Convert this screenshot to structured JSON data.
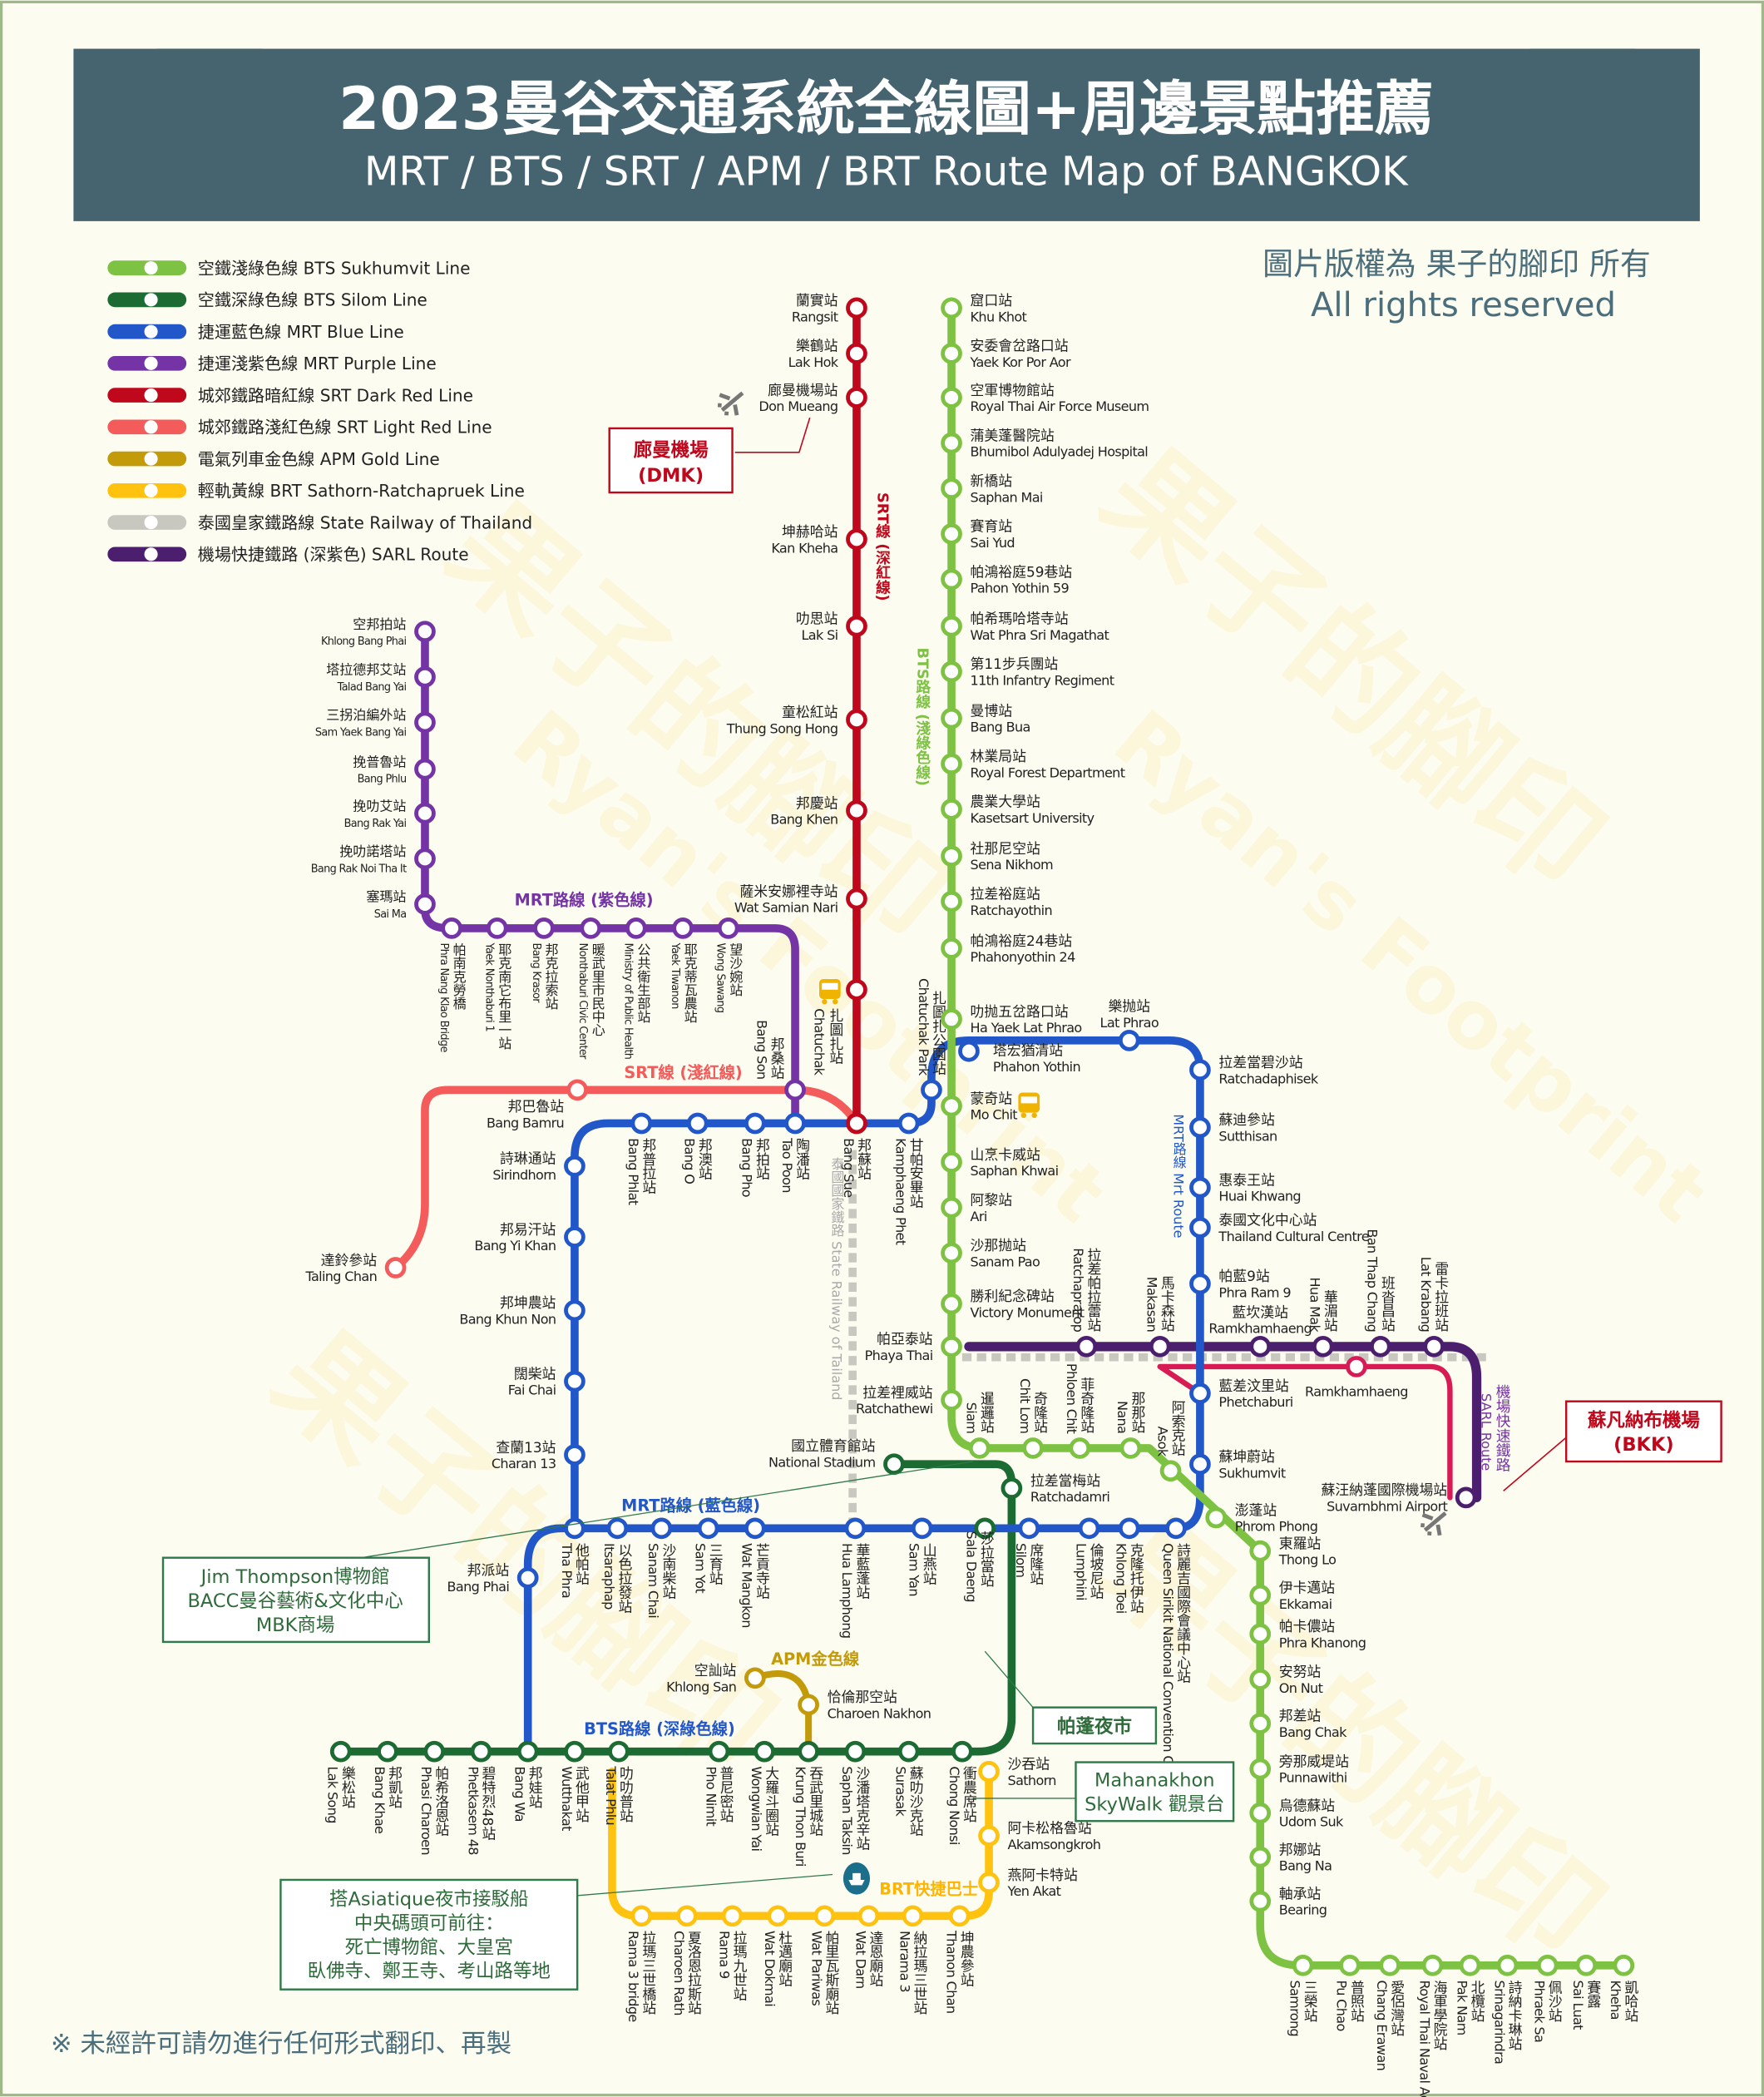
{
  "header": {
    "title": "2023曼谷交通系統全線圖+周邊景點推薦",
    "subtitle": "MRT / BTS / SRT / APM / BRT  Route Map of BANGKOK"
  },
  "copyright": {
    "zh": "圖片版權為 果子的腳印 所有",
    "en": "All rights reserved"
  },
  "footer": "※ 未經許可請勿進行任何形式翻印、再製",
  "watermark": [
    "果子的腳印",
    "Ryan's Footprint"
  ],
  "legend": [
    {
      "label": "空鐵淺綠色線 BTS Sukhumvit Line",
      "color": "#7dc242"
    },
    {
      "label": "空鐵深綠色線 BTS Silom Line",
      "color": "#1b6b32"
    },
    {
      "label": "捷運藍色線 MRT Blue Line",
      "color": "#2257c9"
    },
    {
      "label": "捷運淺紫色線 MRT Purple Line",
      "color": "#7434a6"
    },
    {
      "label": "城郊鐵路暗紅線 SRT Dark Red Line",
      "color": "#c0081c"
    },
    {
      "label": "城郊鐵路淺紅色線 SRT Light Red Line",
      "color": "#f45b5b"
    },
    {
      "label": "電氣列車金色線 APM Gold Line",
      "color": "#c29a0a"
    },
    {
      "label": "輕軌黃線 BRT Sathorn-Ratchapruek Line",
      "color": "#ffc20e"
    },
    {
      "label": "泰國皇家鐵路線 State Railway of Thailand",
      "color": "#c8c8c0"
    },
    {
      "label": "機場快捷鐵路 (深紫色) SARL Route",
      "color": "#4b1f6e"
    }
  ],
  "line_labels": {
    "srt_dark_red": "SRT線 (深紅線)",
    "bts_sukhumvit": "BTS路線 (淺綠色線)",
    "mrt_purple": "MRT路線 (紫色線)",
    "srt_light_red": "SRT線 (淺紅線)",
    "mrt_blue_v": "MRT路線  Mrt Route",
    "mrt_blue": "MRT路線 (藍色線)",
    "bts_silom": "BTS路線 (深綠色線)",
    "apm": "APM金色線",
    "brt": "BRT快捷巴士",
    "arl": "機場快速鐵路",
    "arl_en": "SARL Route",
    "state_railway": "泰國國家鐵路  State Railway of Tailand"
  },
  "callouts": {
    "dmk": [
      "廊曼機場",
      "(DMK)"
    ],
    "bkk": [
      "蘇凡納布機場",
      "(BKK)"
    ],
    "siam": [
      "Jim Thompson博物館",
      "BACC曼谷藝術&文化中心",
      "MBK商場"
    ],
    "patpong": [
      "帕蓬夜市"
    ],
    "mahanakhon": [
      "Mahanakhon",
      "SkyWalk 觀景台"
    ],
    "asiatique": [
      "搭Asiatique夜市接駁船",
      "中央碼頭可前往：",
      "死亡博物館、大皇宮",
      "臥佛寺、鄭王寺、考山路等地"
    ]
  },
  "lines": [
    {
      "id": "srt_dark_red",
      "color": "#c0081c",
      "stations": [
        {
          "zh": "蘭實站",
          "en": "Rangsit"
        },
        {
          "zh": "樂鶴站",
          "en": "Lak Hok"
        },
        {
          "zh": "廊曼機場站",
          "en": "Don Mueang"
        },
        {
          "zh": "坤赫哈站",
          "en": "Kan Kheha"
        },
        {
          "zh": "叻思站",
          "en": "Lak Si"
        },
        {
          "zh": "童松紅站",
          "en": "Thung Song Hong"
        },
        {
          "zh": "邦慶站",
          "en": "Bang Khen"
        },
        {
          "zh": "薩米安娜裡寺站",
          "en": "Wat Samian Nari"
        },
        {
          "zh": "扎圖扎站",
          "en": "Chatuchak"
        },
        {
          "zh": "邦蘇站",
          "en": "Bang Sue"
        }
      ]
    },
    {
      "id": "bts_sukhumvit",
      "color": "#7dc242",
      "stations": [
        {
          "zh": "窟口站",
          "en": "Khu Khot"
        },
        {
          "zh": "安委會岔路口站",
          "en": "Yaek Kor Por Aor"
        },
        {
          "zh": "空軍博物館站",
          "en": "Royal Thai Air Force Museum"
        },
        {
          "zh": "蒲美蓬醫院站",
          "en": "Bhumibol Adulyadej Hospital"
        },
        {
          "zh": "新橋站",
          "en": "Saphan Mai"
        },
        {
          "zh": "賽育站",
          "en": "Sai Yud"
        },
        {
          "zh": "帕鴻裕庭59巷站",
          "en": "Pahon Yothin 59"
        },
        {
          "zh": "帕希瑪哈塔寺站",
          "en": "Wat Phra Sri Magathat"
        },
        {
          "zh": "第11步兵團站",
          "en": "11th Infantry Regiment"
        },
        {
          "zh": "曼博站",
          "en": "Bang Bua"
        },
        {
          "zh": "林業局站",
          "en": "Royal Forest Department"
        },
        {
          "zh": "農業大學站",
          "en": "Kasetsart University"
        },
        {
          "zh": "社那尼空站",
          "en": "Sena Nikhom"
        },
        {
          "zh": "拉差裕庭站",
          "en": "Ratchayothin"
        },
        {
          "zh": "帕鴻裕庭24巷站",
          "en": "Phahonyothin 24"
        },
        {
          "zh": "叻抛五岔路口站",
          "en": "Ha Yaek Lat Phrao"
        },
        {
          "zh": "蒙奇站",
          "en": "Mo Chit"
        },
        {
          "zh": "山烹卡威站",
          "en": "Saphan Khwai"
        },
        {
          "zh": "阿黎站",
          "en": "Ari"
        },
        {
          "zh": "沙那抛站",
          "en": "Sanam Pao"
        },
        {
          "zh": "勝利紀念碑站",
          "en": "Victory Monument"
        },
        {
          "zh": "帕亞泰站",
          "en": "Phaya Thai"
        },
        {
          "zh": "拉差裡威站",
          "en": "Ratchathewi"
        },
        {
          "zh": "暹邏站",
          "en": "Siam"
        },
        {
          "zh": "奇隆站",
          "en": "Chit Lom"
        },
        {
          "zh": "菲奇隆站",
          "en": "Phloen Chit"
        },
        {
          "zh": "那那站",
          "en": "Nana"
        },
        {
          "zh": "阿索克站",
          "en": "Asok"
        },
        {
          "zh": "澎蓬站",
          "en": "Phrom Phong"
        },
        {
          "zh": "東羅站",
          "en": "Thong Lo"
        },
        {
          "zh": "伊卡邁站",
          "en": "Ekkamai"
        },
        {
          "zh": "帕卡儂站",
          "en": "Phra Khanong"
        },
        {
          "zh": "安努站",
          "en": "On Nut"
        },
        {
          "zh": "邦差站",
          "en": "Bang Chak"
        },
        {
          "zh": "旁那威堤站",
          "en": "Punnawithi"
        },
        {
          "zh": "烏德蘇站",
          "en": "Udom Suk"
        },
        {
          "zh": "邦娜站",
          "en": "Bang Na"
        },
        {
          "zh": "軸承站",
          "en": "Bearing"
        },
        {
          "zh": "三榮站",
          "en": "Samrong"
        },
        {
          "zh": "普照站",
          "en": "Pu Chao"
        },
        {
          "zh": "愛侶灣站",
          "en": "Chang Erawan"
        },
        {
          "zh": "海軍學院站",
          "en": "Royal Thai Naval Academy"
        },
        {
          "zh": "北欖站",
          "en": "Pak Nam"
        },
        {
          "zh": "詩納卡琳站",
          "en": "Srinagarindra"
        },
        {
          "zh": "佩沙站",
          "en": "Phraek Sa"
        },
        {
          "zh": "賽露",
          "en": "Sai Luat"
        },
        {
          "zh": "凱哈站",
          "en": "Kheha"
        }
      ]
    },
    {
      "id": "bts_silom",
      "color": "#1b6b32",
      "stations": [
        {
          "zh": "國立體育館站",
          "en": "National Stadium"
        },
        {
          "zh": "拉差當梅站",
          "en": "Ratchadamri"
        },
        {
          "zh": "莎拉當站",
          "en": "Sala Daeng"
        },
        {
          "zh": "衝農席站",
          "en": "Chong Nonsi"
        },
        {
          "zh": "蘇叻沙克站",
          "en": "Surasak"
        },
        {
          "zh": "沙潘塔克辛站",
          "en": "Saphan Taksin"
        },
        {
          "zh": "吞武里城站",
          "en": "Krung Thon Buri"
        },
        {
          "zh": "大羅斗圈站",
          "en": "Wongwian Yai"
        },
        {
          "zh": "普尼密站",
          "en": "Pho Nimit"
        },
        {
          "zh": "叻叻普站",
          "en": "Talat Phlu"
        },
        {
          "zh": "武他甲站",
          "en": "Wutthakat"
        },
        {
          "zh": "邦娃站",
          "en": "Bang Wa"
        },
        {
          "zh": "碧特烈48站",
          "en": "Phetkasem 48"
        },
        {
          "zh": "帕希洛恩站",
          "en": "Phasi Charoen"
        },
        {
          "zh": "邦凱站",
          "en": "Bang Khae"
        },
        {
          "zh": "樂松站",
          "en": "Lak Song"
        }
      ]
    },
    {
      "id": "mrt_blue",
      "color": "#2257c9",
      "stations": [
        {
          "zh": "他帕站",
          "en": "Tha Phra"
        },
        {
          "zh": "查蘭13站",
          "en": "Charan 13"
        },
        {
          "zh": "闊柴站",
          "en": "Fai Chai"
        },
        {
          "zh": "邦坤農站",
          "en": "Bang Khun Non"
        },
        {
          "zh": "邦易汗站",
          "en": "Bang Yi Khan"
        },
        {
          "zh": "詩琳通站",
          "en": "Sirindhorn"
        },
        {
          "zh": "邦普拉站",
          "en": "Bang Phlat"
        },
        {
          "zh": "邦澳站",
          "en": "Bang O"
        },
        {
          "zh": "邦拍站",
          "en": "Bang Pho"
        },
        {
          "zh": "陶潘站",
          "en": "Tao Poon"
        },
        {
          "zh": "甘帕安畢站",
          "en": "Kamphaeng Phet"
        },
        {
          "zh": "扎圖扎公園站",
          "en": "Chatuchak Park"
        },
        {
          "zh": "塔宏猶清站",
          "en": "Phahon Yothin"
        },
        {
          "zh": "樂抛站",
          "en": "Lat Phrao"
        },
        {
          "zh": "拉差當碧沙站",
          "en": "Ratchadaphisek"
        },
        {
          "zh": "蘇迪參站",
          "en": "Sutthisan"
        },
        {
          "zh": "惠泰王站",
          "en": "Huai Khwang"
        },
        {
          "zh": "泰國文化中心站",
          "en": "Thailand Cultural Centre"
        },
        {
          "zh": "帕藍9站",
          "en": "Phra Ram 9"
        },
        {
          "zh": "藍差汶里站",
          "en": "Phetchaburi"
        },
        {
          "zh": "蘇坤蔚站",
          "en": "Sukhumvit"
        },
        {
          "zh": "詩麗吉國際會議中心站",
          "en": "Queen Sirikit National Convention Centre"
        },
        {
          "zh": "克隆托伊站",
          "en": "Khlong Toei"
        },
        {
          "zh": "倫坡尼站",
          "en": "Lumphini"
        },
        {
          "zh": "席隆站",
          "en": "Silom"
        },
        {
          "zh": "山燕站",
          "en": "Sam Yan"
        },
        {
          "zh": "華藍蓬站",
          "en": "Hua Lamphong"
        },
        {
          "zh": "芒貢寺站",
          "en": "Wat Mangkon"
        },
        {
          "zh": "三育站",
          "en": "Sam Yot"
        },
        {
          "zh": "沙南柴站",
          "en": "Sanam Chai"
        },
        {
          "zh": "以色拉發站",
          "en": "Itsaraphap"
        },
        {
          "zh": "邦派站",
          "en": "Bang Phai"
        }
      ]
    },
    {
      "id": "mrt_purple",
      "color": "#7434a6",
      "stations": [
        {
          "zh": "空邦拍站",
          "en": "Khlong Bang Phai"
        },
        {
          "zh": "塔拉德邦艾站",
          "en": "Talad Bang Yai"
        },
        {
          "zh": "三拐泊編外站",
          "en": "Sam Yaek Bang Yai"
        },
        {
          "zh": "挽普魯站",
          "en": "Bang Phlu"
        },
        {
          "zh": "挽叻艾站",
          "en": "Bang Rak Yai"
        },
        {
          "zh": "挽叻諾塔站",
          "en": "Bang Rak Noi Tha It"
        },
        {
          "zh": "塞瑪站",
          "en": "Sai Ma"
        },
        {
          "zh": "帕南克勞橋",
          "en": "Phra Nang Klao Bridge"
        },
        {
          "zh": "耶克南它布里一站",
          "en": "Yaek Nonthaburi 1"
        },
        {
          "zh": "邦克拉索站",
          "en": "Bang Krasor"
        },
        {
          "zh": "暖武里市民中心",
          "en": "Nonthaburi Civic Center"
        },
        {
          "zh": "公共衛生部站",
          "en": "Ministry of Public Health"
        },
        {
          "zh": "耶克蒂瓦農站",
          "en": "Yaek Tiwanon"
        },
        {
          "zh": "望沙婉站",
          "en": "Wong Sawang"
        },
        {
          "zh": "邦桑站",
          "en": "Bang Son"
        }
      ]
    },
    {
      "id": "srt_light_red",
      "color": "#f45b5b",
      "stations": [
        {
          "zh": "達鈴參站",
          "en": "Taling Chan"
        },
        {
          "zh": "邦巴魯站",
          "en": "Bang Bamru"
        }
      ]
    },
    {
      "id": "arl",
      "color": "#4b1f6e",
      "stations": [
        {
          "zh": "拉差帕拉蕾站",
          "en": "Ratchaprarop"
        },
        {
          "zh": "馬卡森站",
          "en": "Makasan"
        },
        {
          "zh": "藍坎漢站",
          "en": "Ramkhamhaeng"
        },
        {
          "zh": "華湄站",
          "en": "Hua Mak"
        },
        {
          "zh": "班沓昌站",
          "en": "Ban Thap Chang"
        },
        {
          "zh": "雷卡拉班站",
          "en": "Lat Krabang"
        },
        {
          "zh": "蘇汪納蓬國際機場站",
          "en": "Suvarnbhmi Airport"
        }
      ]
    },
    {
      "id": "srt_east",
      "color": "#d81b55",
      "stations": [
        {
          "zh": "",
          "en": "Ramkhamhaeng"
        }
      ]
    },
    {
      "id": "apm_gold",
      "color": "#c29a0a",
      "stations": [
        {
          "zh": "空訕站",
          "en": "Khlong San"
        },
        {
          "zh": "恰倫那空站",
          "en": "Charoen Nakhon"
        }
      ]
    },
    {
      "id": "brt",
      "color": "#ffc20e",
      "stations": [
        {
          "zh": "沙吞站",
          "en": "Sathorn"
        },
        {
          "zh": "阿卡松格魯站",
          "en": "Akamsongkroh"
        },
        {
          "zh": "燕阿卡特站",
          "en": "Yen Akat"
        },
        {
          "zh": "坤農參站",
          "en": "Thanon Chan"
        },
        {
          "zh": "納拉瑪三世站",
          "en": "Narama 3"
        },
        {
          "zh": "達恩廟站",
          "en": "Wat Darn"
        },
        {
          "zh": "帕里瓦斯廟站",
          "en": "Wat Pariwas"
        },
        {
          "zh": "杜邁廟站",
          "en": "Wat Dokmai"
        },
        {
          "zh": "拉瑪九世站",
          "en": "Rama 9"
        },
        {
          "zh": "夏洛恩拉斯站",
          "en": "Charoen Rath"
        },
        {
          "zh": "拉瑪三世橋站",
          "en": "Rama 3 bridge"
        }
      ]
    }
  ]
}
